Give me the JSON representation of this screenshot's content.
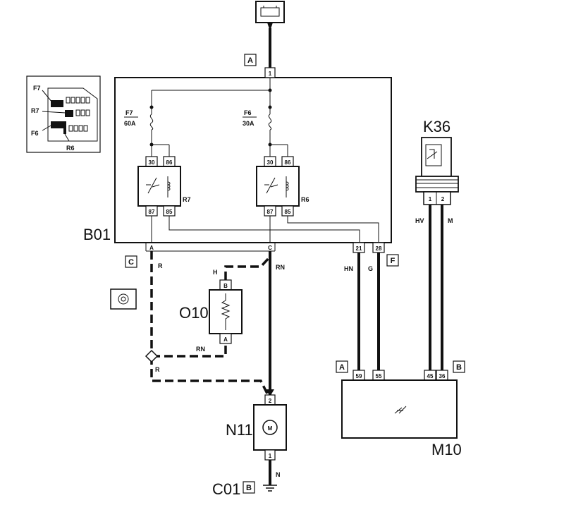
{
  "components": {
    "fuse_box": {
      "id": "B01",
      "connector_top": "A",
      "connector_bottom_left": "C",
      "connector_bottom_right": "F"
    },
    "fan_motor": {
      "id": "N11"
    },
    "resistor": {
      "id": "O10"
    },
    "ecu": {
      "id": "M10",
      "connector_left": "A",
      "connector_right": "B"
    },
    "sensor": {
      "id": "K36"
    },
    "ground": {
      "id": "C01",
      "connector": "B"
    }
  },
  "fuses": [
    {
      "id": "F7",
      "rating": "60A"
    },
    {
      "id": "F6",
      "rating": "30A"
    }
  ],
  "relays": [
    {
      "id": "R7",
      "pins": [
        "30",
        "86",
        "87",
        "85"
      ]
    },
    {
      "id": "R6",
      "pins": [
        "30",
        "86",
        "87",
        "85"
      ]
    }
  ],
  "pins": {
    "b01_in": "1",
    "b01_out_a": "A",
    "b01_out_c": "C",
    "b01_f_21": "21",
    "b01_f_28": "28",
    "o10_top": "B",
    "o10_bottom": "A",
    "n11_top": "2",
    "n11_bottom": "1",
    "m10_a1": "59",
    "m10_a2": "55",
    "m10_b1": "45",
    "m10_b2": "36",
    "k36_1": "1",
    "k36_2": "2"
  },
  "wires": {
    "r_top": "R",
    "r_bottom": "R",
    "rn_main": "RN",
    "rn_resistor": "RN",
    "h": "H",
    "hn": "HN",
    "g": "G",
    "hv": "HV",
    "m": "M",
    "n": "N"
  },
  "inset": {
    "labels": [
      "F7",
      "R7",
      "F6",
      "R6"
    ]
  }
}
